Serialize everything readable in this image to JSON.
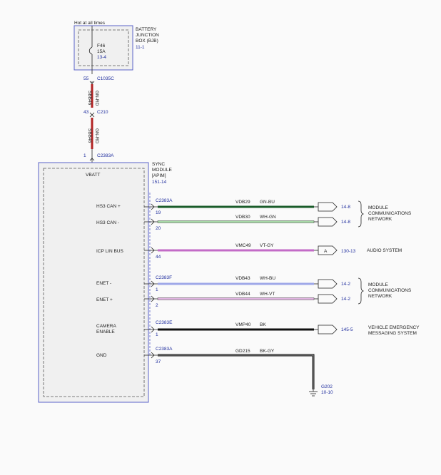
{
  "bjb": {
    "hot": "Hot at all times",
    "name1": "BATTERY",
    "name2": "JUNCTION",
    "name3": "BOX (BJB)",
    "ref": "11-1",
    "fuse": "F46",
    "amp": "15A",
    "fuse_ref": "13-4"
  },
  "feed": {
    "pin1": "55",
    "conn1": "C1035C",
    "wire_a": "SBB46",
    "color_a": "GN-RD",
    "pin2": "43",
    "conn2": "C210",
    "wire_b": "SBB46",
    "color_b": "GN-RD",
    "pin3": "1",
    "conn3": "C2383A"
  },
  "module": {
    "vbatt": "VBATT",
    "name1": "SYNC",
    "name2": "MODULE",
    "name3": "[APIM]",
    "ref": "151-14"
  },
  "circuits": [
    {
      "label": "HS3 CAN +",
      "conn": "C2383A",
      "pin": "19",
      "wire": "VDB29",
      "color": "GN-BU",
      "target": "14-8",
      "hex": "#1a5c2a"
    },
    {
      "label": "HS3 CAN -",
      "conn": "",
      "pin": "20",
      "wire": "VDB30",
      "color": "WH-GN",
      "target": "14-8",
      "hex": "#a8d9a8"
    },
    {
      "label": "ICP LIN BUS",
      "conn": "",
      "pin": "44",
      "wire": "VMC49",
      "color": "VT-GY",
      "target": "130-13",
      "hex": "#c36bc7"
    },
    {
      "label": "ENET -",
      "conn": "C2383F",
      "pin": "1",
      "wire": "VDB43",
      "color": "WH-BU",
      "target": "14-2",
      "hex": "#9fa8e8"
    },
    {
      "label": "ENET +",
      "conn": "",
      "pin": "2",
      "wire": "VDB44",
      "color": "WH-VT",
      "target": "14-2",
      "hex": "#e0b4e0"
    },
    {
      "label": "CAMERA",
      "label2": "ENABLE",
      "conn": "C2383E",
      "pin": "1",
      "wire": "VMP40",
      "color": "BK",
      "target": "145-5",
      "hex": "#111111"
    },
    {
      "label": "GND",
      "conn": "C2383A",
      "pin": "37",
      "wire": "GD215",
      "color": "BK-GY",
      "target": "",
      "hex": "#111111"
    }
  ],
  "audio_tag": "A",
  "destinations": {
    "mcn1_a": "MODULE",
    "mcn1_b": "COMMUNICATIONS",
    "mcn1_c": "NETWORK",
    "audio": "AUDIO SYSTEM",
    "mcn2_a": "MODULE",
    "mcn2_b": "COMMUNICATIONS",
    "mcn2_c": "NETWORK",
    "vems_a": "VEHICLE EMERGENCY",
    "vems_b": "MESSAGING SYSTEM"
  },
  "ground": {
    "name": "G202",
    "ref": "10-10"
  }
}
